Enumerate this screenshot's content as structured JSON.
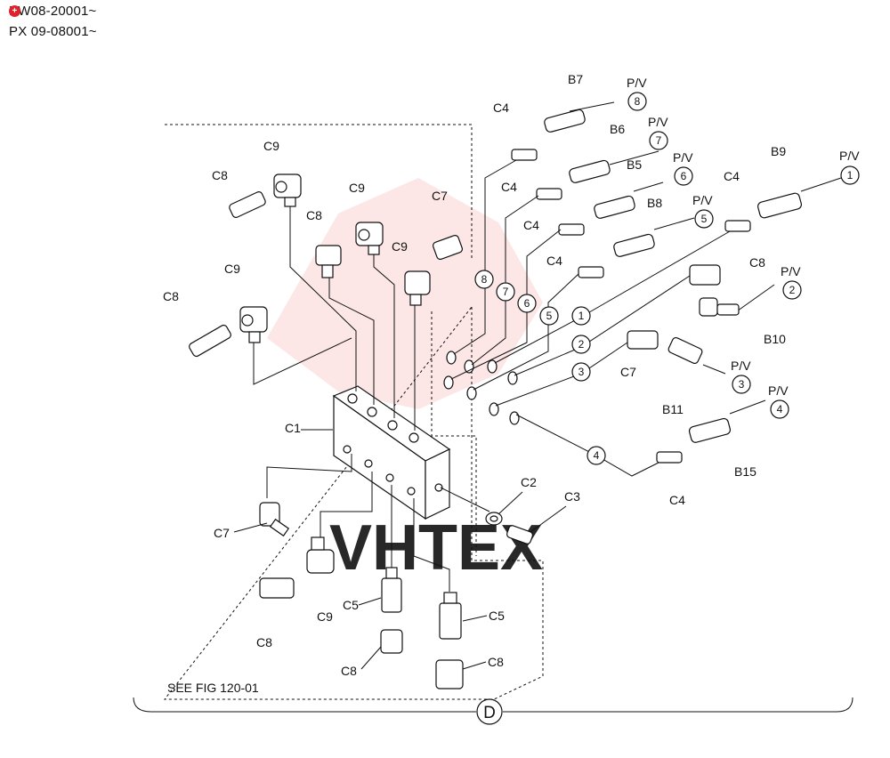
{
  "serials": [
    "PW08-20001~",
    "PX 09-08001~"
  ],
  "watermark": "VHTEX",
  "see_fig": "SEE FIG 120-01",
  "view_label": "D",
  "pv_label": "P/V",
  "parts": {
    "C1": "C1",
    "C2": "C2",
    "C3": "C3",
    "C4": "C4",
    "C5": "C5",
    "C7": "C7",
    "C8": "C8",
    "C9": "C9",
    "B5": "B5",
    "B6": "B6",
    "B7": "B7",
    "B8": "B8",
    "B9": "B9",
    "B10": "B10",
    "B11": "B11",
    "B15": "B15"
  },
  "port_numbers": [
    "1",
    "2",
    "3",
    "4",
    "5",
    "6",
    "7",
    "8"
  ],
  "colors": {
    "line": "#111111",
    "watermark": "#e83a3a",
    "badge": "#e0202a"
  }
}
